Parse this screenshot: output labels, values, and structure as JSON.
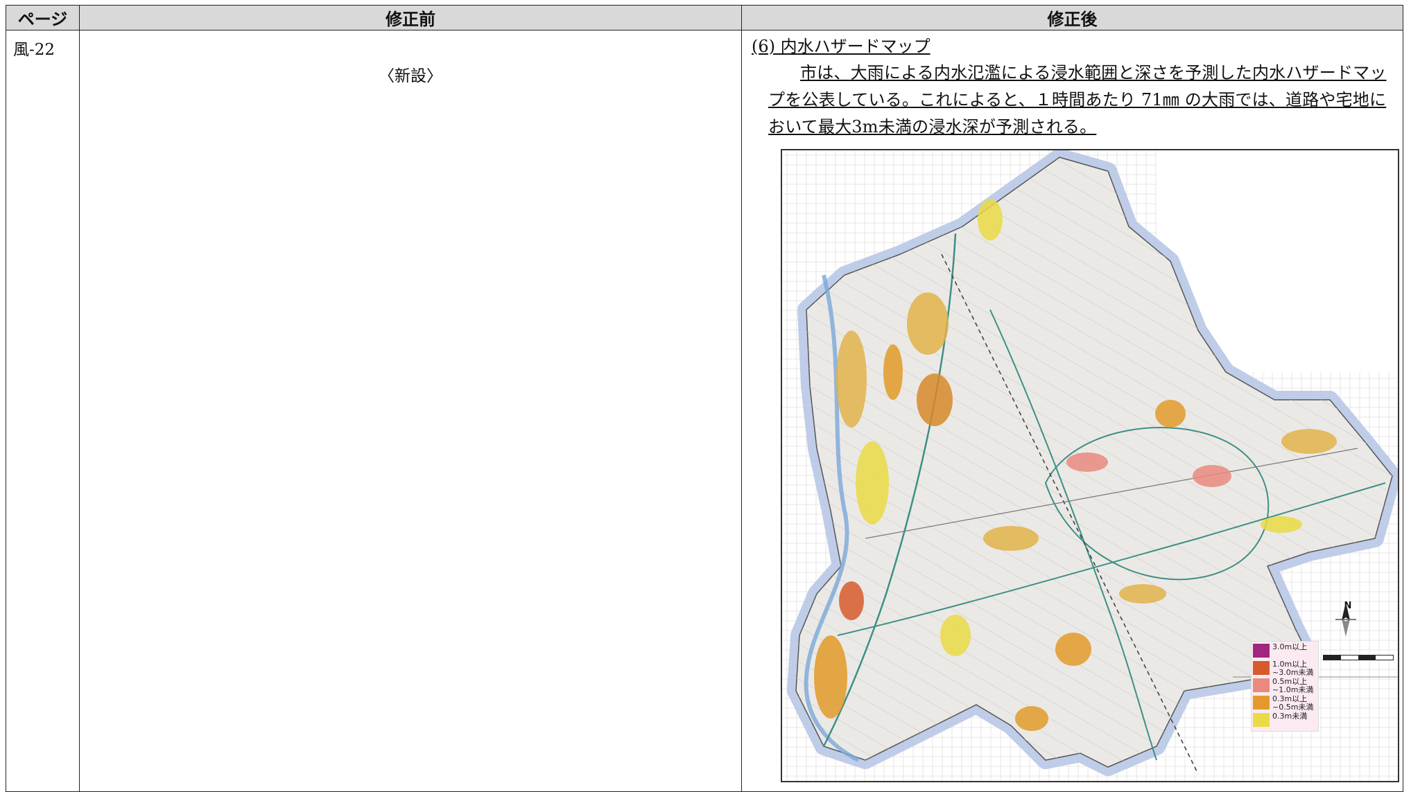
{
  "table": {
    "headers": {
      "page": "ページ",
      "before": "修正前",
      "after": "修正後"
    },
    "row": {
      "page": "風-22",
      "before": "〈新設〉",
      "after": {
        "section_title": "(6) 内水ハザードマップ",
        "body": "市は、大雨による内水氾濫による浸水範囲と深さを予測した内水ハザードマップを公表している。これによると、１時間あたり 71㎜ の大雨では、道路や宅地において最大3m未満の浸水深が予測される。"
      }
    }
  },
  "map": {
    "north_label": "N",
    "legend": [
      {
        "label": "3.0m以上",
        "color": "#a0267e"
      },
      {
        "label": "1.0m以上~3.0m未満",
        "color": "#d85a2c"
      },
      {
        "label": "0.5m以上~1.0m未満",
        "color": "#e88a7e"
      },
      {
        "label": "0.3m以上~0.5m未満",
        "color": "#e29b2a"
      },
      {
        "label": "0.3m未満",
        "color": "#eadb45"
      }
    ],
    "colors": {
      "city_fill": "#e9e7e4",
      "halo": "#b9c8e6",
      "river": "#7aa7d8",
      "road": "#3d8f86"
    }
  }
}
